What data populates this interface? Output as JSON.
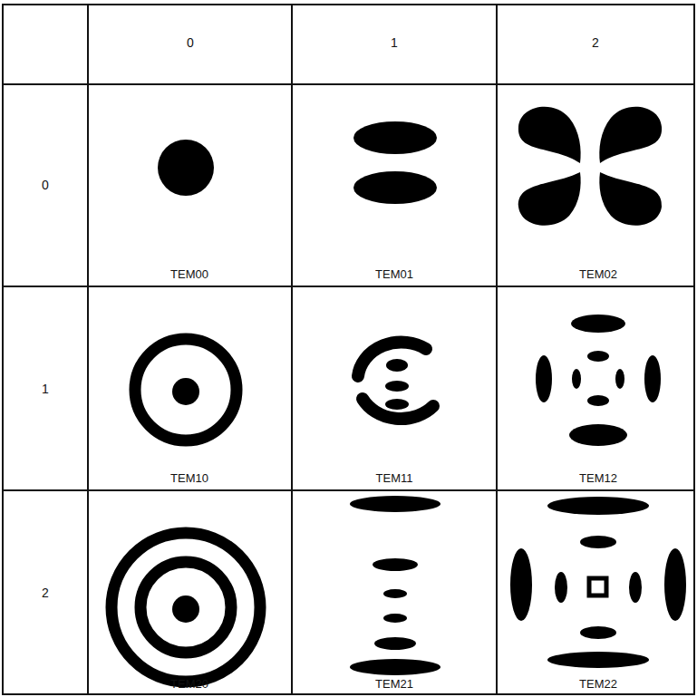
{
  "diagram": {
    "labels": [
      "0",
      "1",
      "2",
      "0",
      "TEM00",
      "TEM01",
      "TEM02",
      "1",
      "TEM10",
      "TEM11",
      "TEM12",
      "2",
      "TEM20",
      "TEM21",
      "TEM22"
    ]
  }
}
